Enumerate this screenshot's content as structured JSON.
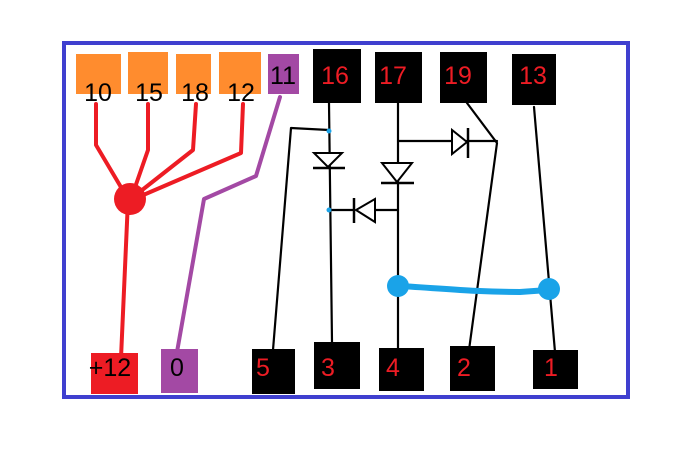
{
  "colors": {
    "frame": "#3f3fcf",
    "orange": "#ff8c2e",
    "purple": "#a349a4",
    "black": "#000000",
    "red": "#ed1c24",
    "blue": "#1aa3e8"
  },
  "top_pins": {
    "p10": "10",
    "p15": "15",
    "p18": "18",
    "p12": "12",
    "p11": "11",
    "p16": "16",
    "p17": "17",
    "p19": "19",
    "p13": "13"
  },
  "bottom_pins": {
    "plus12": "+12",
    "zero": "0",
    "p5": "5",
    "p3": "3",
    "p4": "4",
    "p2": "2",
    "p1": "1"
  }
}
